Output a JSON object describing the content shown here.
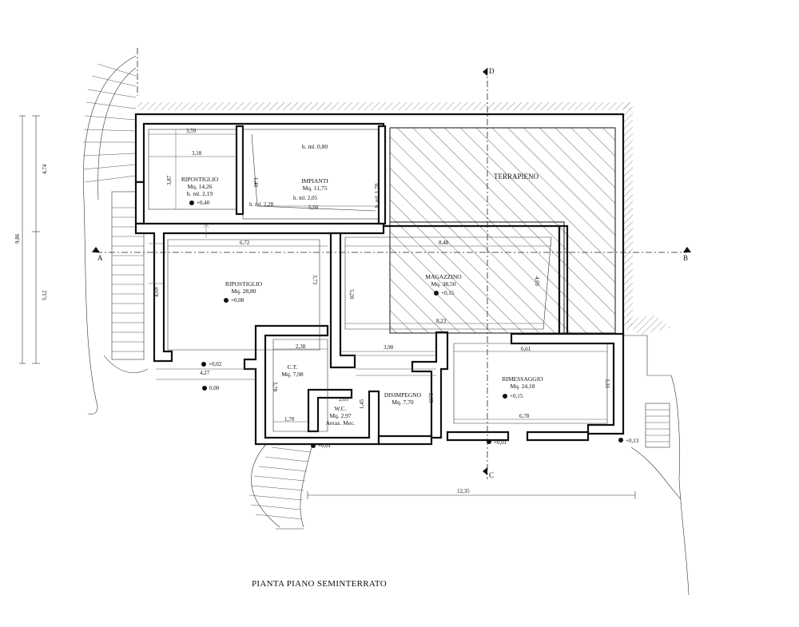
{
  "title": "PIANTA PIANO SEMINTERRATO",
  "section_marks": {
    "a": "A",
    "b": "B",
    "c": "C",
    "d": "D"
  },
  "terrapieno": "TERRAPIENO",
  "rooms": {
    "rip1": {
      "name": "RIPOSTIGLIO",
      "area": "Mq. 14,26",
      "height": "h. ml. 2,19",
      "level": "+0,40"
    },
    "impianti": {
      "name": "IMPIANTI",
      "area": "Mq. 11,75",
      "height_top": "h. ml. 0,80",
      "height_right": "h. ml. 1,70",
      "height_mid": "h. ml. 2,05",
      "height_left": "h. ml. 2,28"
    },
    "rip2": {
      "name": "RIPOSTIGLIO",
      "area": "Mq. 28,80",
      "level": "+0,08"
    },
    "magazzino": {
      "name": "MAGAZZINO",
      "area": "Mq. 38,50",
      "level": "+0,15"
    },
    "ct": {
      "name": "C.T.",
      "area": "Mq. 7,98"
    },
    "wc": {
      "name": "W.C.",
      "area": "Mq. 2,97",
      "note": "Aeraz. Mec."
    },
    "disimpegno": {
      "name": "DISIMPEGNO",
      "area": "Mq. 7,70"
    },
    "rimessaggio": {
      "name": "RIMESSAGGIO",
      "area": "Mq. 24,18",
      "level": "+0,15"
    }
  },
  "dims": {
    "d359": "3,59",
    "d318": "3,18",
    "d387": "3,87",
    "d140": "1,40",
    "d550": "5,50",
    "d672": "6,72",
    "d848": "8,48",
    "d469": "4,69",
    "d373": "3,73",
    "d520": "5,20",
    "d405": "4,05",
    "d823": "8,23",
    "d238": "2,38",
    "d390": "3,90",
    "d661": "6,61",
    "d427": "4,27",
    "d378": "3,78",
    "d205": "2,05",
    "d170": "1,70",
    "d145": "1,45",
    "d235": "2,35",
    "d331": "3,31",
    "d678": "6,78",
    "d1235": "12,35",
    "d474": "4,74",
    "d986": "9,86",
    "d512": "5,12"
  },
  "levels": {
    "l002": "+0,02",
    "l000": "0,00",
    "l001": "+0,01",
    "l001b": "+0,01",
    "l013": "+0,13"
  }
}
